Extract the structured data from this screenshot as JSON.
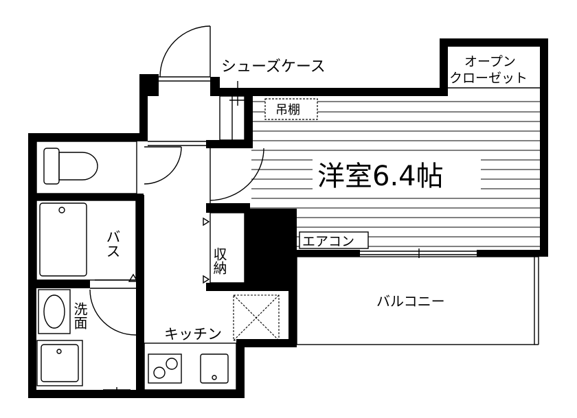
{
  "labels": {
    "western_room": "洋室6.4帖",
    "shoe_case": "シューズケース",
    "open_closet_line1": "オープン",
    "open_closet_line2": "クローゼット",
    "hanging_shelf": "吊棚",
    "aircon": "エアコン",
    "bath": "バス",
    "washroom": "洗面",
    "storage": "収納",
    "kitchen": "キッチン",
    "balcony": "バルコニー"
  },
  "colors": {
    "ink": "#000000",
    "paper": "#ffffff"
  }
}
